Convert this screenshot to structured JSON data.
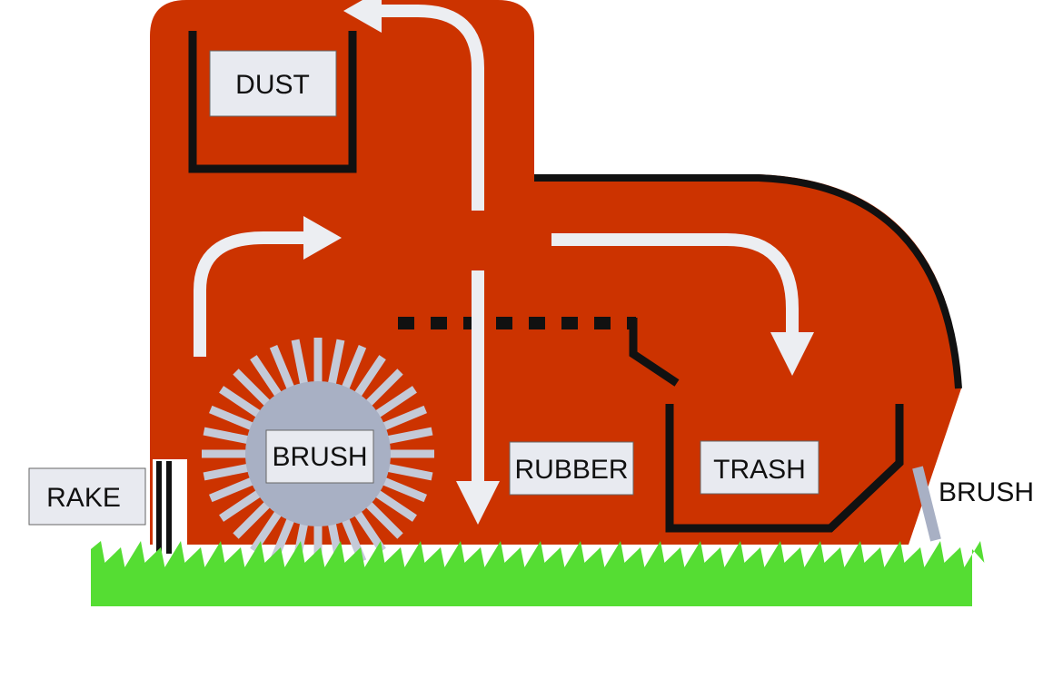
{
  "labels": {
    "dust": "DUST",
    "brush_center": "BRUSH",
    "rubber": "RUBBER",
    "trash": "TRASH",
    "rake": "RAKE",
    "brush_side": "BRUSH"
  },
  "colors": {
    "body": "#cc3300",
    "wall": "#111111",
    "arrow": "#eceef2",
    "label_box": "#e8eaf0",
    "brush_disc": "#a8b0c4",
    "brush_bristle": "#c4cad8",
    "grass": "#55dd33",
    "grass_gap": "#ffffff"
  }
}
